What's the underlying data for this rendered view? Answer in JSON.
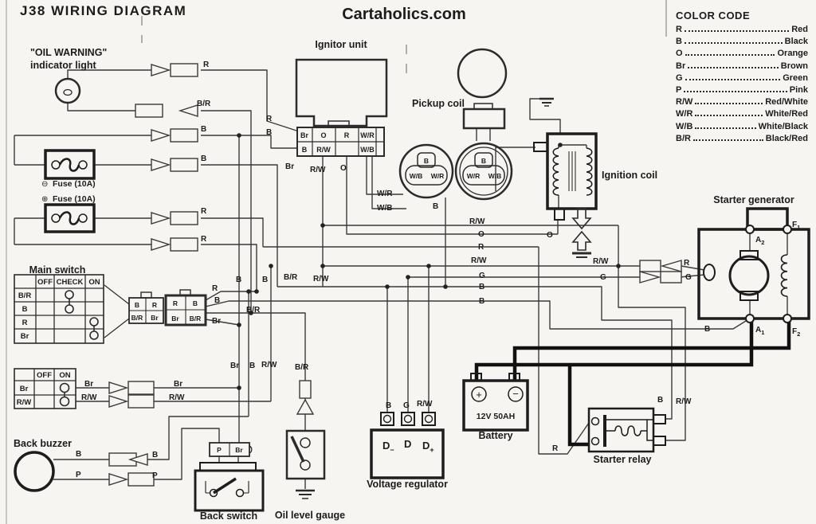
{
  "title": "J38 WIRING DIAGRAM",
  "watermark": "Cartaholics.com",
  "color_code": {
    "title": "COLOR CODE",
    "entries": [
      {
        "code": "R",
        "name": "Red"
      },
      {
        "code": "B",
        "name": "Black"
      },
      {
        "code": "O",
        "name": "Orange"
      },
      {
        "code": "Br",
        "name": "Brown"
      },
      {
        "code": "G",
        "name": "Green"
      },
      {
        "code": "P",
        "name": "Pink"
      },
      {
        "code": "R/W",
        "name": "Red/White"
      },
      {
        "code": "W/R",
        "name": "White/Red"
      },
      {
        "code": "W/B",
        "name": "White/Black"
      },
      {
        "code": "B/R",
        "name": "Black/Red"
      }
    ]
  },
  "components": {
    "oil_warning_1": "\"OIL WARNING\"",
    "oil_warning_2": "indicator light",
    "ignitor": "Ignitor unit",
    "pickup": "Pickup coil",
    "ignition": "Ignition coil",
    "generator": "Starter generator",
    "main_switch": "Main switch",
    "fuse1_sym": "⊖",
    "fuse1": "Fuse (10A)",
    "fuse2_sym": "⊕",
    "fuse2": "Fuse (10A)",
    "buzzer": "Back buzzer",
    "back_switch": "Back switch",
    "oil_gauge": "Oil level gauge",
    "regulator": "Voltage regulator",
    "battery": "Battery",
    "relay": "Starter relay"
  },
  "main_switch_table": {
    "headers": [
      "OFF",
      "CHECK",
      "ON"
    ],
    "rows": [
      "B/R",
      "B",
      "R",
      "Br"
    ]
  },
  "aux_switch_table": {
    "headers": [
      "OFF",
      "ON"
    ],
    "rows": [
      "Br",
      "R/W"
    ]
  },
  "ignitor_connector": {
    "row1": [
      "Br",
      "O",
      "R",
      "W/R"
    ],
    "row2": [
      "B",
      "R/W",
      "W/B"
    ]
  },
  "switch_connector_a": {
    "row1": [
      "B",
      "R"
    ],
    "row2": [
      "B/R",
      "Br"
    ]
  },
  "switch_connector_b": {
    "row1": [
      "R",
      "B"
    ],
    "row2": [
      "Br",
      "B/R"
    ]
  },
  "back_connector": [
    "P",
    "Br"
  ],
  "pickup_left": {
    "top": "B",
    "left": "W/B",
    "right": "W/R"
  },
  "pickup_right": {
    "top": "B",
    "left": "W/R",
    "right": "W/B"
  },
  "generator": {
    "a2m": "A",
    "a2s": "2",
    "f1m": "F",
    "f1s": "1",
    "a1m": "A",
    "a1s": "1",
    "f2m": "F",
    "f2s": "2"
  },
  "regulator": {
    "dm": "D",
    "dms": "−",
    "dd": "D",
    "dp": "D",
    "dps": "+"
  },
  "battery": {
    "plus": "+",
    "minus": "−",
    "rating": "12V 50AH"
  },
  "wire_labels": [
    "R",
    "B/R",
    "B",
    "B",
    "R",
    "R",
    "R",
    "B",
    "Br",
    "R/W",
    "O",
    "W/R",
    "W/B",
    "B",
    "R",
    "B",
    "B/R",
    "Br",
    "B",
    "B",
    "B/R",
    "R/W",
    "R/W",
    "O",
    "R",
    "R/W",
    "G",
    "B",
    "B",
    "O",
    "R/W",
    "G",
    "R",
    "G",
    "B",
    "Br",
    "B",
    "R/W",
    "B/R",
    "Br",
    "Br",
    "R/W",
    "R/W",
    "B",
    "B",
    "P",
    "P",
    "B",
    "G",
    "R/W",
    "B",
    "R/W",
    "R"
  ]
}
